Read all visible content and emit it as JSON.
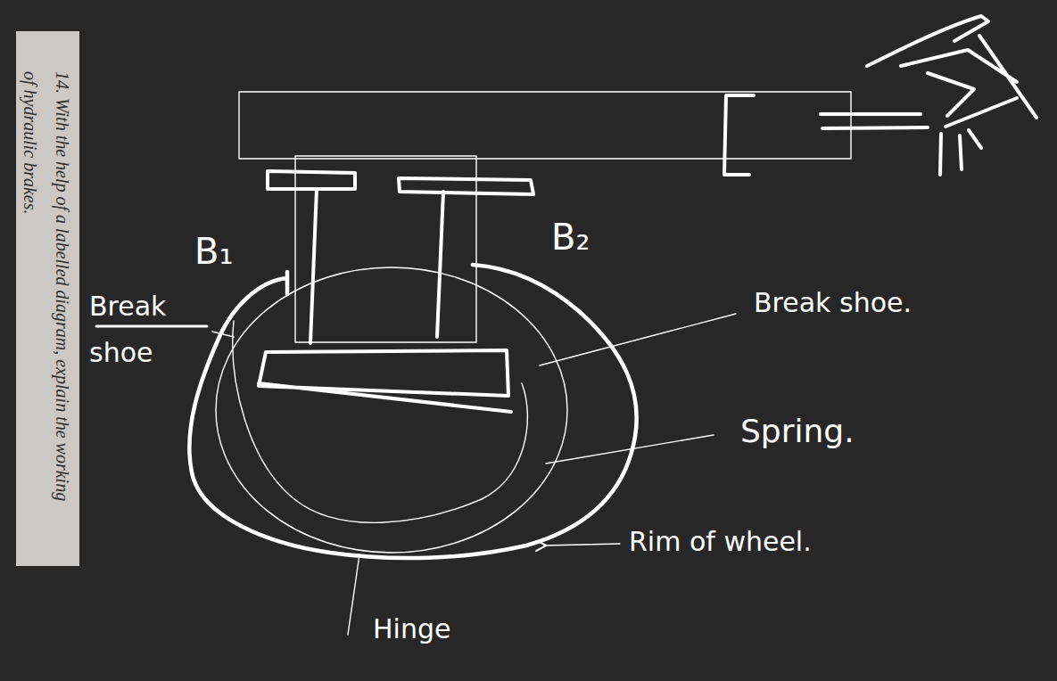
{
  "diagram": {
    "labels": [
      "14. With the help of a labelled diagram, explain the working of hydraulic brakes.",
      "B₁",
      "B₂",
      "Break shoe",
      "Break shoe.",
      "Spring.",
      "Rim of wheel.",
      "Hinge"
    ]
  }
}
